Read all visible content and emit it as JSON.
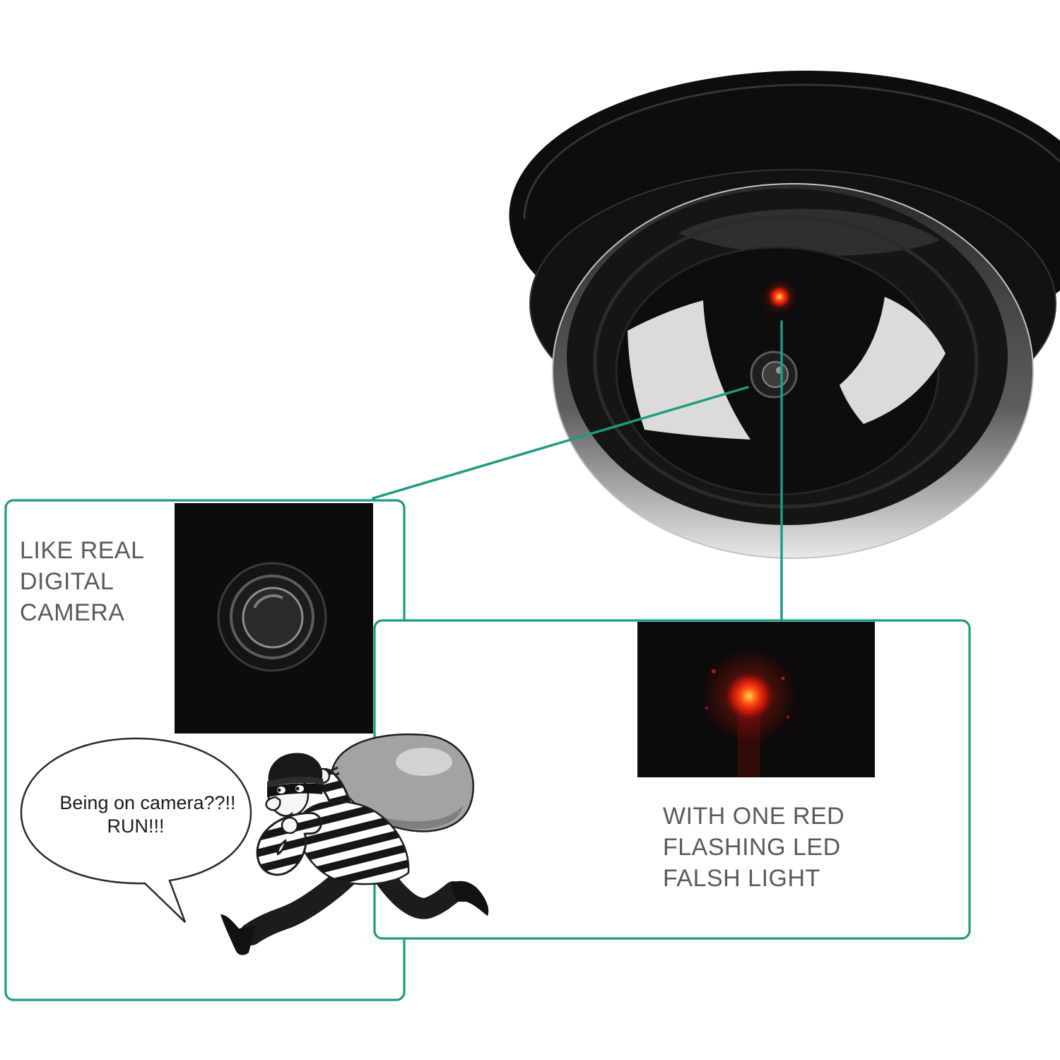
{
  "colors": {
    "accent_green": "#1f9b80",
    "callout_text": "#5b5b5b",
    "led_red": "#ff2e12",
    "background": "#ffffff"
  },
  "illustrations": {
    "product": "dome-security-camera",
    "lens_detail": "camera-lens-closeup",
    "led_detail": "red-led-closeup",
    "character": "running-thief-cartoon"
  },
  "lens_callout": {
    "lines": [
      "LIKE REAL",
      "DIGITAL",
      "CAMERA"
    ]
  },
  "led_callout": {
    "lines": [
      "WITH ONE RED",
      "FLASHING LED",
      "FALSH LIGHT"
    ]
  },
  "speech_bubble": {
    "lines": [
      "Being on camera??!!",
      "RUN!!!"
    ]
  }
}
